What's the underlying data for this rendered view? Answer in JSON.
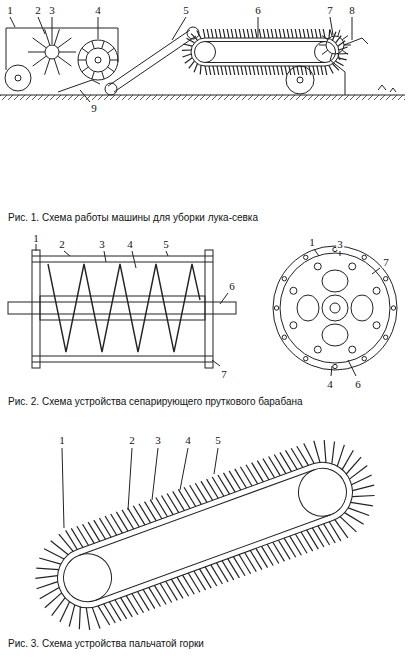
{
  "diagram": {
    "labels": [
      "1",
      "2",
      "3",
      "4",
      "5",
      "6",
      "7",
      "8",
      "9",
      "Рис. 1. Схема работы машины для уборки лука-севка",
      "1",
      "2",
      "3",
      "4",
      "5",
      "6",
      "7",
      "1",
      "3",
      "7",
      "4",
      "6",
      "Рис. 2. Схема устройства сепарирующего пруткового барабана",
      "1",
      "2",
      "3",
      "4",
      "5",
      "Рис. 3. Схема устройства пальчатой горки"
    ]
  }
}
